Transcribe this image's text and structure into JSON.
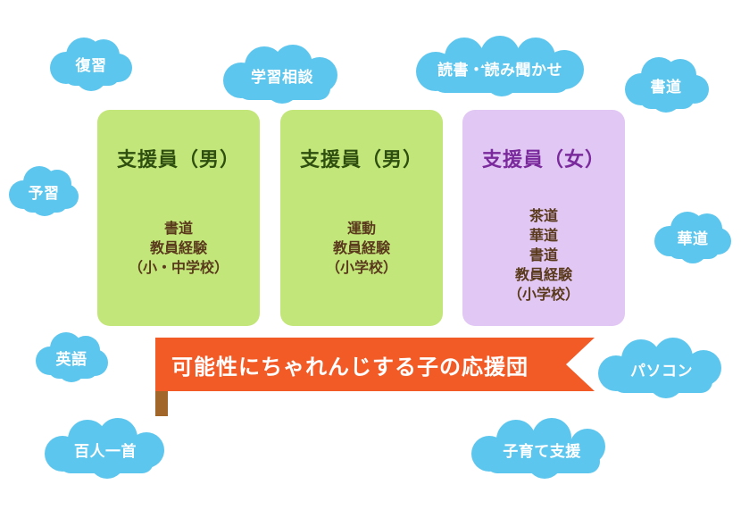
{
  "clouds": [
    "復習",
    "学習相談",
    "読書・読み聞かせ",
    "書道",
    "予習",
    "華道",
    "英語",
    "パソコン",
    "百人一首",
    "子育て支援"
  ],
  "cards": [
    {
      "title": "支援員（男）",
      "lines": [
        "書道",
        "教員経験",
        "（小・中学校）"
      ]
    },
    {
      "title": "支援員（男）",
      "lines": [
        "運動",
        "教員経験",
        "（小学校）"
      ]
    },
    {
      "title": "支援員（女）",
      "lines": [
        "茶道",
        "華道",
        "書道",
        "教員経験",
        "（小学校）"
      ]
    }
  ],
  "banner": {
    "text": "可能性にちゃれんじする子の応援団"
  },
  "colors": {
    "cloud": "#5cc6ee",
    "card_male": "#c3e67a",
    "card_female": "#e1c7f3",
    "banner": "#f25a26",
    "pole": "#a0662a"
  }
}
